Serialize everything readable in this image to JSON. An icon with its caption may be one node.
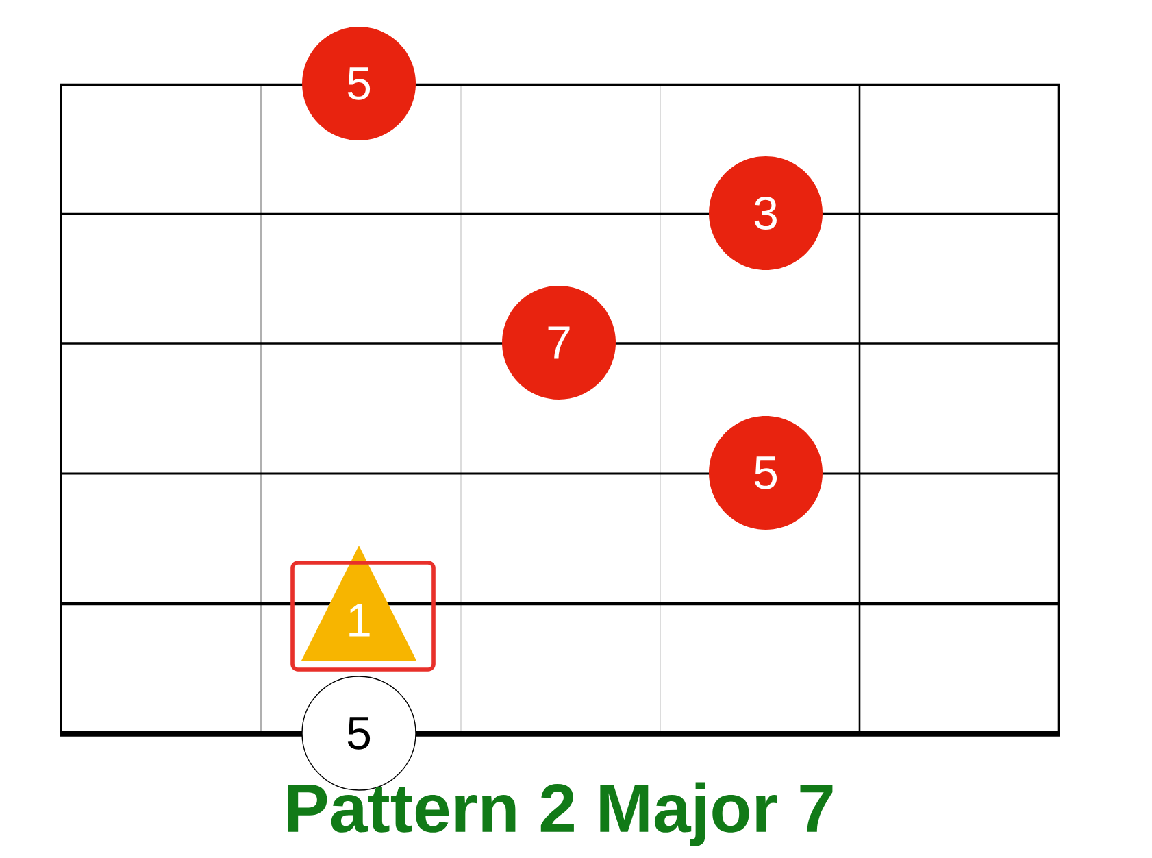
{
  "diagram": {
    "title": "Pattern 2 Major 7",
    "nodes": [
      {
        "text": [
          "5"
        ]
      },
      {
        "text": [
          "3"
        ]
      },
      {
        "text": [
          "7"
        ]
      },
      {
        "text": [
          "5"
        ]
      },
      {
        "text": [
          "1"
        ]
      },
      {
        "text": [
          "5"
        ]
      }
    ]
  }
}
